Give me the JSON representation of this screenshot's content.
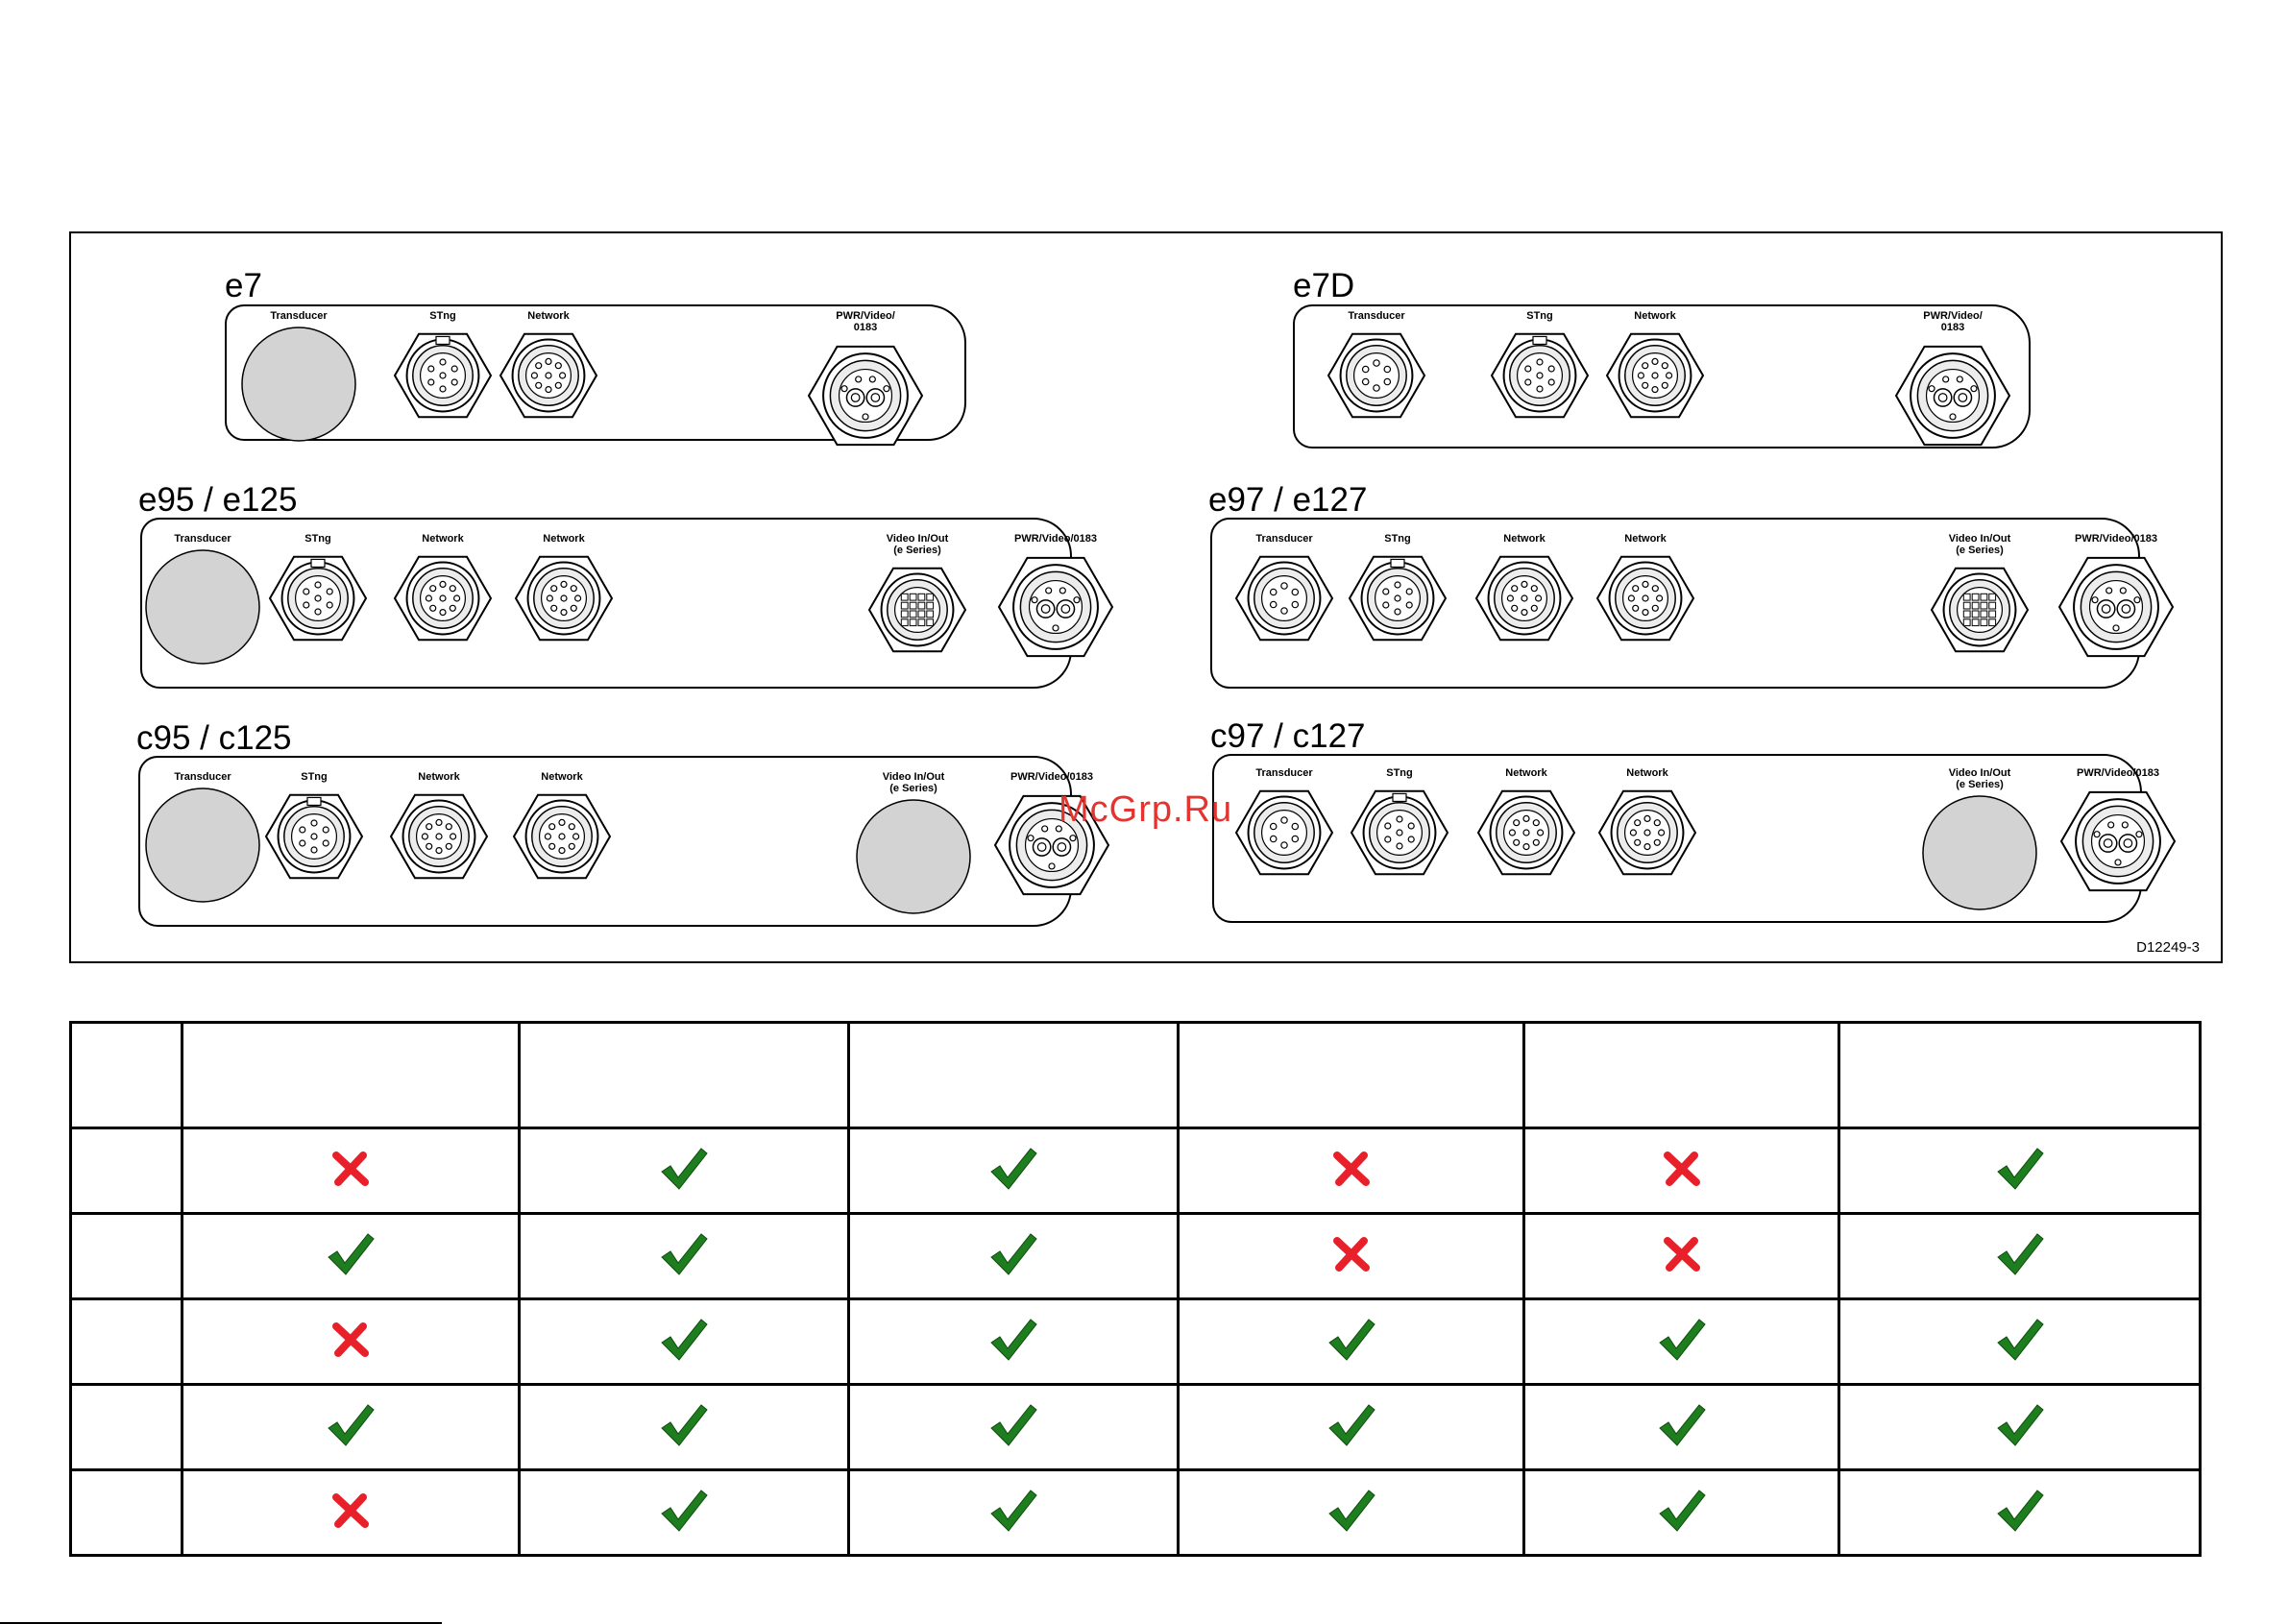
{
  "watermark": "McGrp.Ru",
  "diagram": {
    "code": "D12249-3",
    "models": [
      {
        "id": "e7",
        "label": "e7",
        "ports": [
          {
            "label": "Transducer",
            "kind": "blank"
          },
          {
            "label": "STng",
            "kind": "stng"
          },
          {
            "label": "Network",
            "kind": "network"
          },
          {
            "label": "PWR/Video/\n0183",
            "kind": "pwr"
          }
        ]
      },
      {
        "id": "e7d",
        "label": "e7D",
        "ports": [
          {
            "label": "Transducer",
            "kind": "transducer"
          },
          {
            "label": "STng",
            "kind": "stng"
          },
          {
            "label": "Network",
            "kind": "network"
          },
          {
            "label": "PWR/Video/\n0183",
            "kind": "pwr"
          }
        ]
      },
      {
        "id": "e95",
        "label": "e95 / e125",
        "ports": [
          {
            "label": "Transducer",
            "kind": "blank"
          },
          {
            "label": "STng",
            "kind": "stng"
          },
          {
            "label": "Network",
            "kind": "network"
          },
          {
            "label": "Network",
            "kind": "network"
          },
          {
            "label": "Video In/Out\n(e Series)",
            "kind": "video"
          },
          {
            "label": "PWR/Video/0183",
            "kind": "pwr"
          }
        ]
      },
      {
        "id": "e97",
        "label": "e97 / e127",
        "ports": [
          {
            "label": "Transducer",
            "kind": "transducer"
          },
          {
            "label": "STng",
            "kind": "stng"
          },
          {
            "label": "Network",
            "kind": "network"
          },
          {
            "label": "Network",
            "kind": "network"
          },
          {
            "label": "Video In/Out\n(e Series)",
            "kind": "video"
          },
          {
            "label": "PWR/Video/0183",
            "kind": "pwr"
          }
        ]
      },
      {
        "id": "c95",
        "label": "c95 / c125",
        "ports": [
          {
            "label": "Transducer",
            "kind": "blank"
          },
          {
            "label": "STng",
            "kind": "stng"
          },
          {
            "label": "Network",
            "kind": "network"
          },
          {
            "label": "Network",
            "kind": "network"
          },
          {
            "label": "Video In/Out\n(e Series)",
            "kind": "blank"
          },
          {
            "label": "PWR/Video/0183",
            "kind": "pwr"
          }
        ]
      },
      {
        "id": "c97",
        "label": "c97 / c127",
        "ports": [
          {
            "label": "Transducer",
            "kind": "transducer"
          },
          {
            "label": "STng",
            "kind": "stng"
          },
          {
            "label": "Network",
            "kind": "network"
          },
          {
            "label": "Network",
            "kind": "network"
          },
          {
            "label": "Video In/Out\n(e Series)",
            "kind": "blank"
          },
          {
            "label": "PWR/Video/0183",
            "kind": "pwr"
          }
        ]
      }
    ]
  },
  "table": {
    "headers": [
      "",
      "",
      "",
      "",
      "",
      "",
      ""
    ],
    "rows": [
      {
        "label": "",
        "cells": [
          "no",
          "yes",
          "yes",
          "no",
          "no",
          "yes"
        ]
      },
      {
        "label": "",
        "cells": [
          "yes",
          "yes",
          "yes",
          "no",
          "no",
          "yes"
        ]
      },
      {
        "label": "",
        "cells": [
          "no",
          "yes",
          "yes",
          "yes",
          "yes",
          "yes"
        ]
      },
      {
        "label": "",
        "cells": [
          "yes",
          "yes",
          "yes",
          "yes",
          "yes",
          "yes"
        ]
      },
      {
        "label": "",
        "cells": [
          "no",
          "yes",
          "yes",
          "yes",
          "yes",
          "yes"
        ]
      }
    ]
  },
  "colors": {
    "yes": "#1e7d1e",
    "no": "#e8202a",
    "blank_port": "#d3d3d3"
  }
}
